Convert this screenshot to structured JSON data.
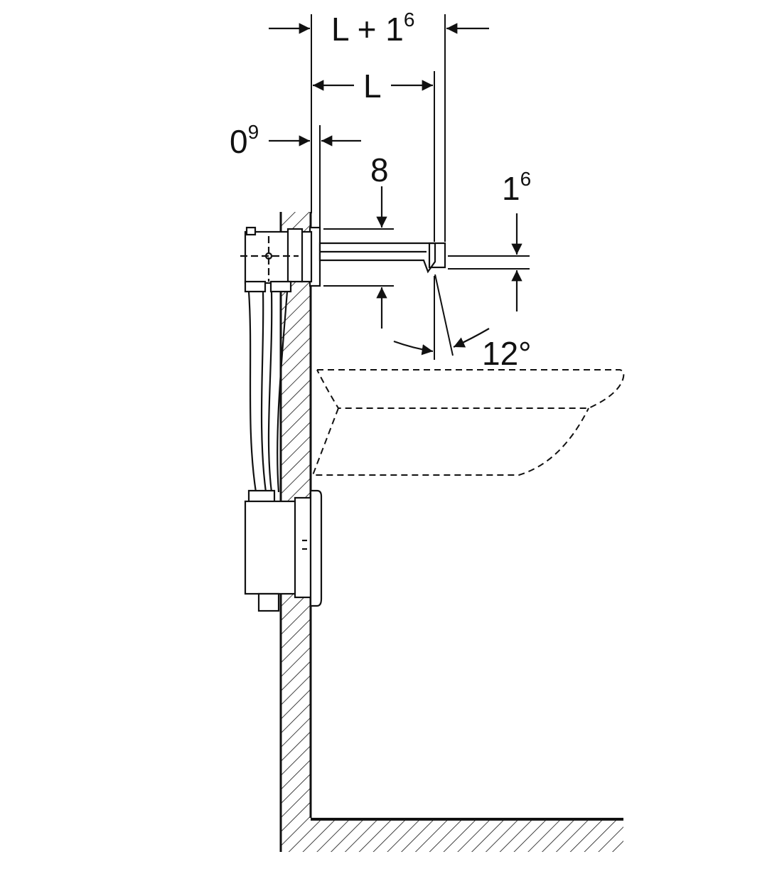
{
  "dimensions": {
    "total_projection": {
      "base": "L + 1",
      "exponent": "6"
    },
    "spout_length": {
      "base": "L",
      "exponent": ""
    },
    "plate_offset": {
      "base": "0",
      "exponent": "9"
    },
    "spout_height": {
      "base": "8",
      "exponent": ""
    },
    "outlet_height": {
      "base": "1",
      "exponent": "6"
    },
    "outlet_angle": {
      "base": "12°",
      "exponent": ""
    }
  },
  "colors": {
    "line": "#111111",
    "background": "#ffffff"
  }
}
